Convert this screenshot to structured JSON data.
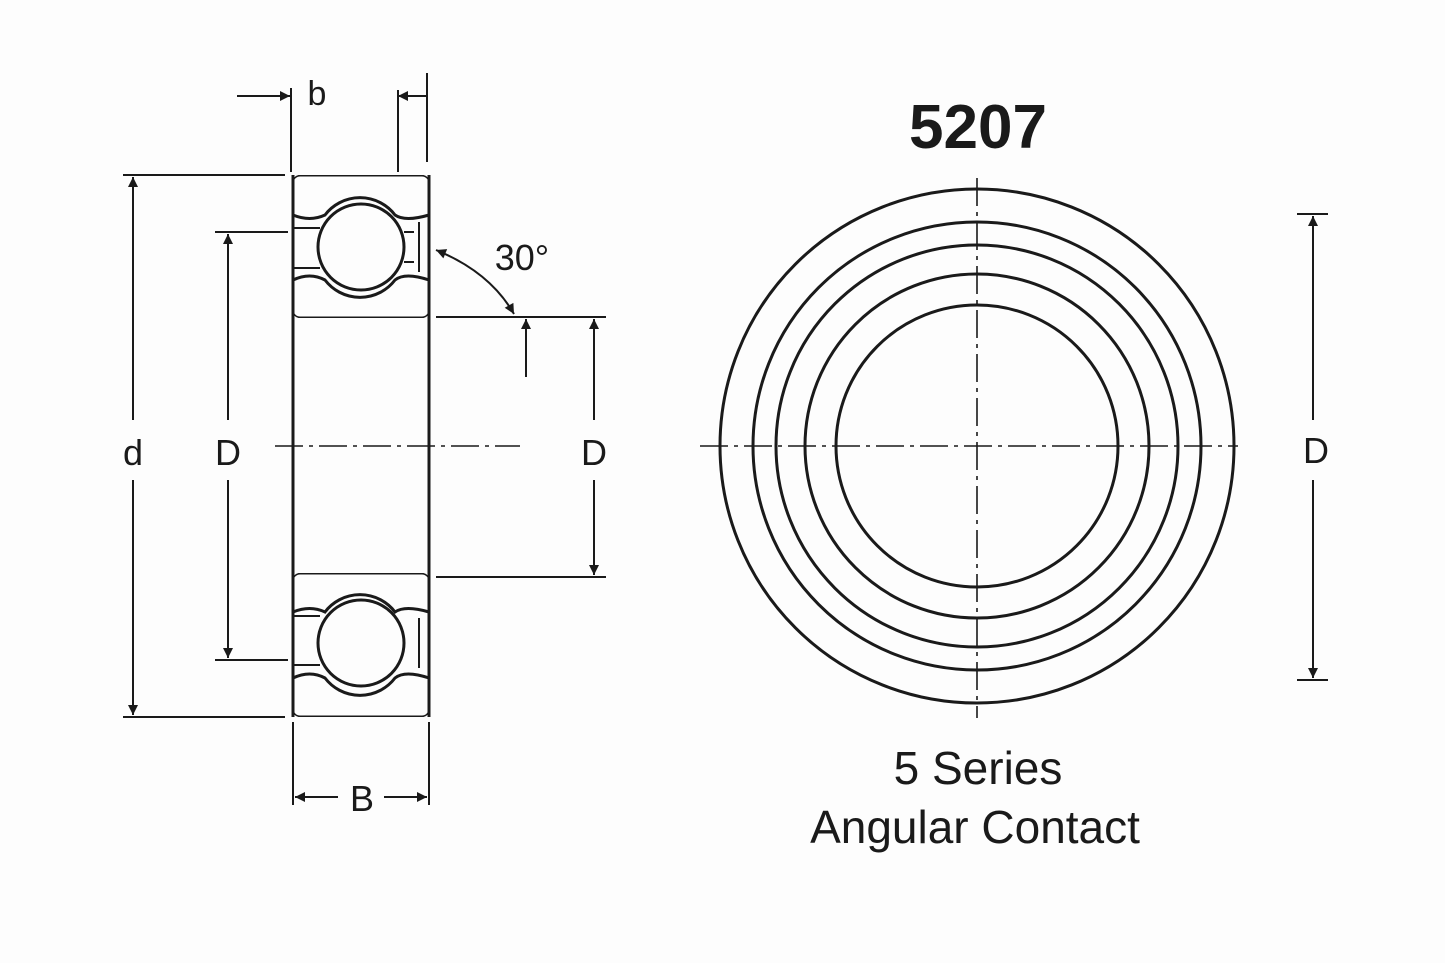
{
  "title": "5207",
  "caption": {
    "line1": "5 Series",
    "line2": "Angular Contact"
  },
  "labels": {
    "small_width": "b",
    "bearing_width": "B",
    "bore": "d",
    "left_diameter": "D",
    "inner_diameter": "D",
    "right_diameter": "D",
    "contact_angle": "30°"
  },
  "colors": {
    "line": "#1a1a1a",
    "background": "#fdfdfd"
  }
}
